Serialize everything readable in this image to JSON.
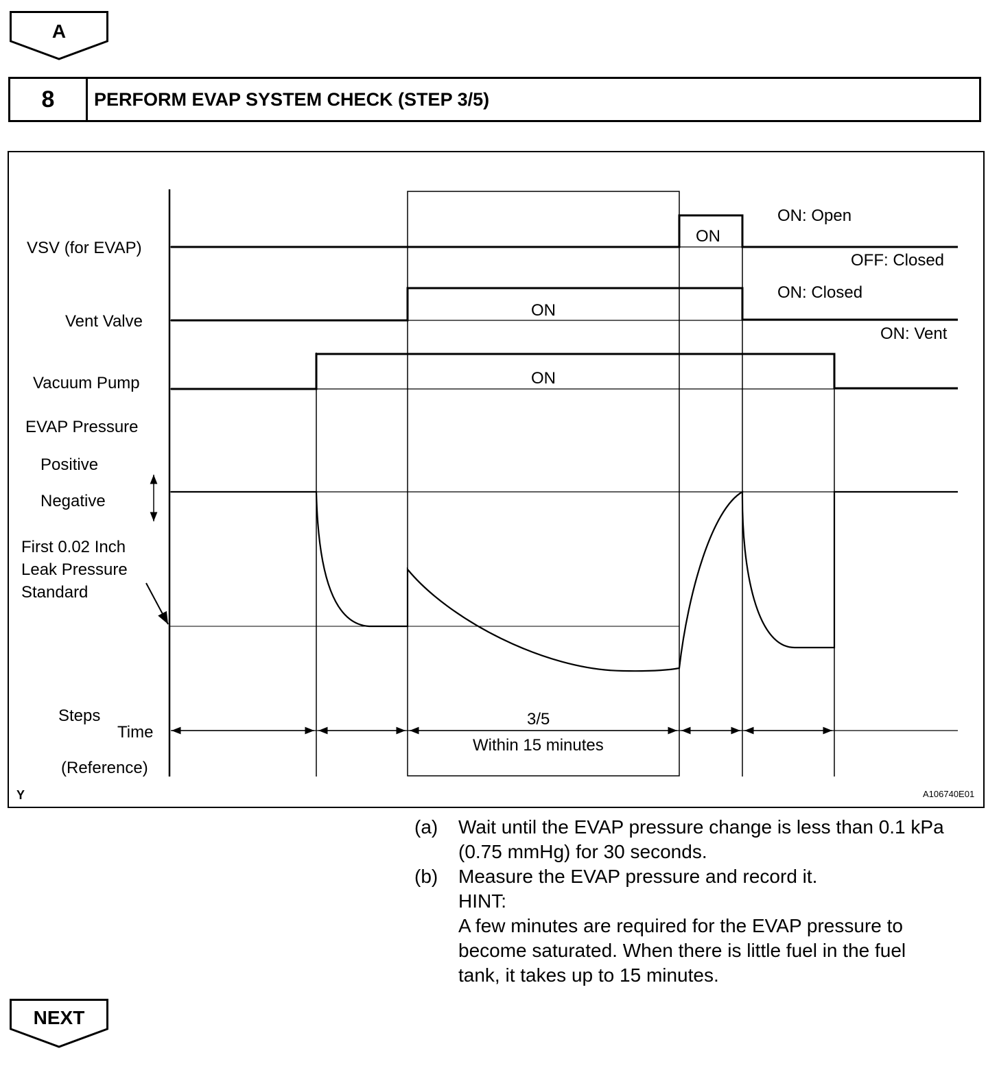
{
  "nav": {
    "top_tag": "A",
    "bottom_tag": "NEXT"
  },
  "step": {
    "number": "8",
    "title": "PERFORM EVAP SYSTEM CHECK (STEP 3/5)"
  },
  "figure": {
    "signals": {
      "vsv": "VSV (for EVAP)",
      "vent_valve": "Vent Valve",
      "vacuum_pump": "Vacuum Pump",
      "evap_pressure": "EVAP Pressure",
      "positive": "Positive",
      "negative": "Negative",
      "leak_standard": [
        "First 0.02 Inch",
        "Leak Pressure",
        "Standard"
      ]
    },
    "states": {
      "vsv_on": "ON",
      "vsv_on_open": "ON: Open",
      "vsv_off_closed": "OFF: Closed",
      "vent_on": "ON",
      "vent_on_closed": "ON: Closed",
      "vent_on_vent": "ON: Vent",
      "pump_on": "ON"
    },
    "bottom": {
      "steps": "Steps",
      "time": "Time",
      "reference": "(Reference)",
      "step_fraction": "3/5",
      "within": "Within 15 minutes"
    },
    "corner_code": "Y",
    "figure_id": "A106740E01"
  },
  "instructions": [
    {
      "letter": "(a)",
      "lines": [
        "Wait until the EVAP pressure change is less than 0.1 kPa",
        "(0.75 mmHg) for 30 seconds."
      ]
    },
    {
      "letter": "(b)",
      "lines": [
        "Measure the EVAP pressure and record it.",
        "HINT:",
        "A few minutes are required for the EVAP pressure to",
        "become saturated. When there is little fuel in the fuel",
        "tank, it takes up to 15 minutes."
      ]
    }
  ]
}
